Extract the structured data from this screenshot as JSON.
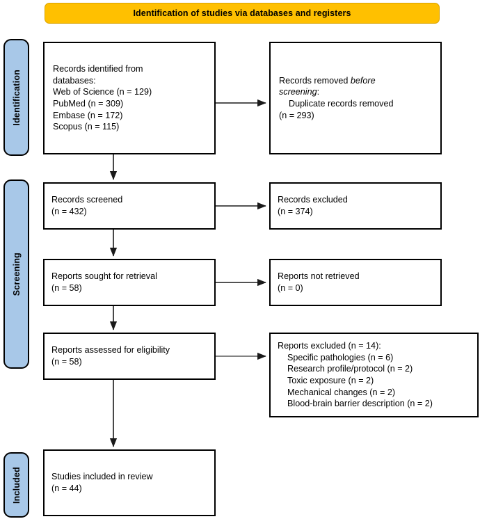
{
  "banner": {
    "title": "Identification of studies via databases and registers",
    "bg_color": "#FFC000"
  },
  "stages": {
    "color": "#A8C8E8",
    "identification": "Identification",
    "screening": "Screening",
    "included": "Included"
  },
  "boxes": {
    "identified": {
      "text": "Records identified from\ndatabases:\nWeb of Science (n = 129)\nPubMed (n = 309)\nEmbase (n = 172)\nScopus (n = 115)",
      "lines": [
        "Records identified from",
        "databases:",
        "Web of Science (n = 129)",
        "PubMed (n = 309)",
        "Embase (n = 172)",
        "Scopus (n = 115)"
      ],
      "sources": [
        {
          "name": "Web of Science",
          "n": 129
        },
        {
          "name": "PubMed",
          "n": 309
        },
        {
          "name": "Embase",
          "n": 172
        },
        {
          "name": "Scopus",
          "n": 115
        }
      ]
    },
    "removed": {
      "line1_prefix": "Records removed ",
      "line1_italic": "before",
      "line2_italic": "screening",
      "line2_suffix": ":",
      "line3": "    Duplicate records removed",
      "line4": "(n = 293)",
      "n": 293
    },
    "screened": {
      "text": "Records screened\n(n = 432)",
      "label": "Records screened",
      "count": "(n = 432)",
      "n": 432
    },
    "excluded": {
      "text": "Records excluded\n(n = 374)",
      "label": "Records excluded",
      "count": "(n = 374)",
      "n": 374
    },
    "sought": {
      "text": "Reports sought for retrieval\n(n = 58)",
      "label": "Reports sought for retrieval",
      "count": "(n = 58)",
      "n": 58
    },
    "not_retrieved": {
      "text": "Reports not retrieved\n(n = 0)",
      "label": "Reports not retrieved",
      "count": "(n = 0)",
      "n": 0
    },
    "assessed": {
      "text": "Reports assessed for eligibility\n(n = 58)",
      "label": "Reports assessed for eligibility",
      "count": "(n = 58)",
      "n": 58
    },
    "reports_excluded": {
      "text": "Reports excluded (n = 14):\n    Specific pathologies (n = 6)\n    Research profile/protocol (n = 2)\n    Toxic exposure (n = 2)\n    Mechanical changes (n = 2)\n    Blood-brain barrier description (n = 2)",
      "header": "Reports excluded (n = 14):",
      "total": 14,
      "reasons": [
        {
          "label": "Specific pathologies",
          "n": 6
        },
        {
          "label": "Research profile/protocol",
          "n": 2
        },
        {
          "label": "Toxic exposure",
          "n": 2
        },
        {
          "label": "Mechanical changes",
          "n": 2
        },
        {
          "label": "Blood-brain barrier description",
          "n": 2
        }
      ]
    },
    "included": {
      "text": "Studies included in review\n(n = 44)",
      "label": "Studies included in review",
      "count": "(n = 44)",
      "n": 44
    }
  }
}
